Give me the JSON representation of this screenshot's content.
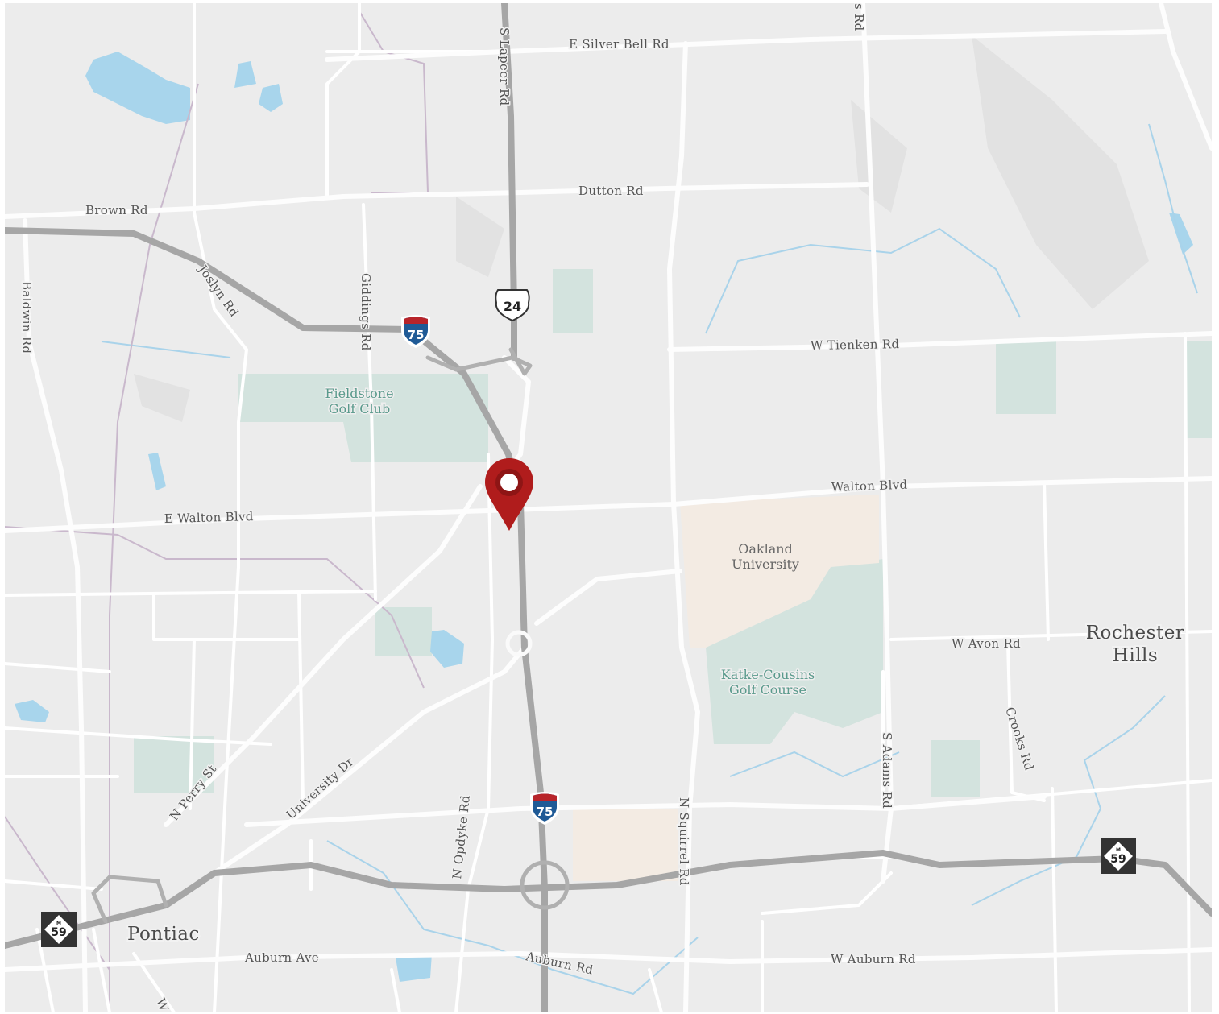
{
  "map": {
    "colors": {
      "background": "#ececec",
      "water": "#a8d5ec",
      "park": "#d3e3de",
      "campus": "#f3ebe3",
      "highway": "#a6a6a6",
      "marker": "#b01c1c"
    },
    "roads": {
      "e_silver_bell": "E Silver Bell Rd",
      "s_lapeer": "S Lapeer Rd",
      "dutton": "Dutton Rd",
      "brown": "Brown Rd",
      "joslyn": "Joslyn Rd",
      "baldwin": "Baldwin Rd",
      "giddings": "Giddings Rd",
      "w_tienken": "W Tienken Rd",
      "walton_blvd": "Walton Blvd",
      "e_walton_blvd": "E Walton Blvd",
      "w_avon": "W Avon Rd",
      "crooks": "Crooks Rd",
      "s_adams": "S Adams Rd",
      "n_squirrel": "N Squirrel Rd",
      "n_opdyke": "N Opdyke Rd",
      "university_dr": "University Dr",
      "n_perry": "N Perry St",
      "auburn_ave": "Auburn Ave",
      "auburn_rd": "Auburn Rd",
      "w_auburn": "W Auburn Rd",
      "top_s_rd": "s Rd",
      "bottom_w": "W"
    },
    "places": {
      "fieldstone": [
        "Fieldstone",
        "Golf Club"
      ],
      "oakland": [
        "Oakland",
        "University"
      ],
      "katke": [
        "Katke-Cousins",
        "Golf Course"
      ],
      "rochester": [
        "Rochester",
        "Hills"
      ],
      "pontiac": "Pontiac"
    },
    "shields": {
      "i75_top": "75",
      "i75_bottom": "75",
      "us24": "24",
      "m59_right": {
        "letter": "M",
        "number": "59"
      },
      "m59_left": {
        "letter": "M",
        "number": "59"
      }
    },
    "marker": {
      "icon": "map-pin-icon"
    }
  }
}
